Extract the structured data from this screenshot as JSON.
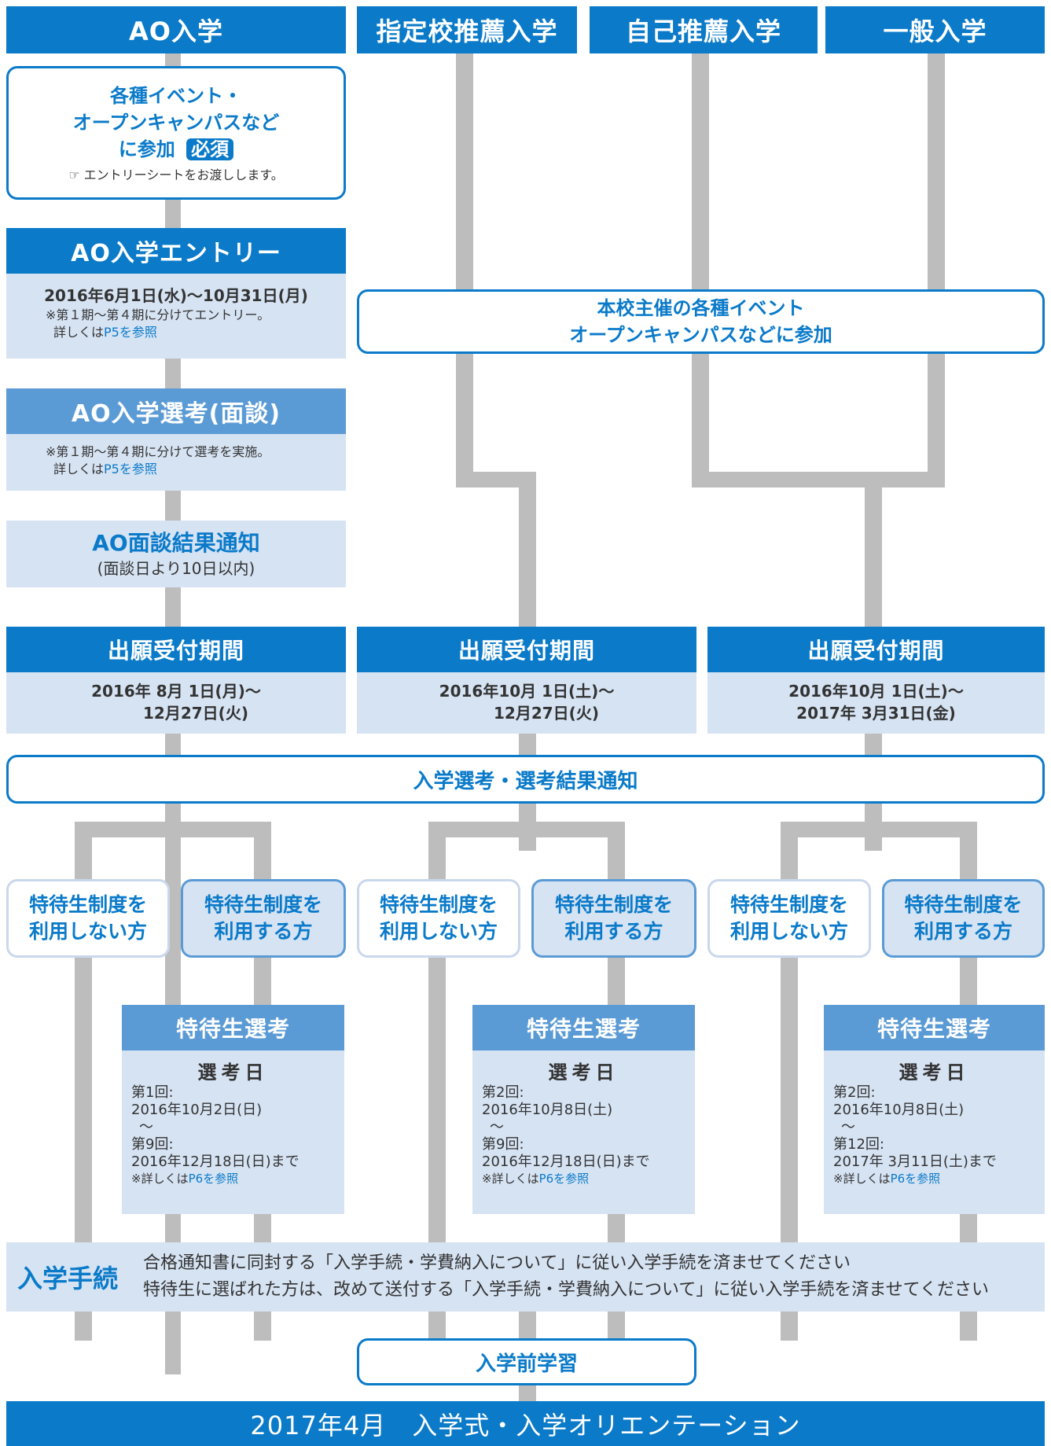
{
  "columns": {
    "ao": "AO入学",
    "designated": "指定校推薦入学",
    "self": "自己推薦入学",
    "general": "一般入学"
  },
  "event_required": {
    "line1": "各種イベント・",
    "line2": "オープンキャンパスなど",
    "line3": "に参加",
    "badge": "必須",
    "note": "エントリーシートをお渡しします。"
  },
  "ao_entry": {
    "title": "AO入学エントリー",
    "period": "2016年6月1日(水)〜10月31日(月)",
    "note": "※第１期〜第４期に分けてエントリー。",
    "detail_prefix": "詳しくは",
    "detail_link": "P5を参照"
  },
  "ao_selection": {
    "title": "AO入学選考(面談)",
    "note": "※第１期〜第４期に分けて選考を実施。",
    "detail_prefix": "詳しくは",
    "detail_link": "P5を参照"
  },
  "ao_result": {
    "title": "AO面談結果通知",
    "sub": "(面談日より10日以内)"
  },
  "school_event": {
    "line1": "本校主催の各種イベント",
    "line2": "オープンキャンパスなどに参加"
  },
  "application": [
    {
      "title": "出願受付期間",
      "line1": "2016年 8月 1日(月)〜",
      "line2": "12月27日(火)"
    },
    {
      "title": "出願受付期間",
      "line1": "2016年10月 1日(土)〜",
      "line2": "12月27日(火)"
    },
    {
      "title": "出願受付期間",
      "line1": "2016年10月 1日(土)〜",
      "line2": "2017年 3月31日(金)"
    }
  ],
  "exam_result": "入学選考・選考結果通知",
  "choices": {
    "no_line1": "特待生制度を",
    "no_line2": "利用しない方",
    "yes_line1": "特待生制度を",
    "yes_line2": "利用する方"
  },
  "scholar_selection": [
    {
      "title": "特待生選考",
      "subtitle": "選考日",
      "from_label": "第1回:",
      "from_date": "2016年10月2日(日)",
      "tilde": "〜",
      "to_label": "第9回:",
      "to_date": "2016年12月18日(日)まで",
      "note_prefix": "※詳しくは",
      "note_link": "P6を参照"
    },
    {
      "title": "特待生選考",
      "subtitle": "選考日",
      "from_label": "第2回:",
      "from_date": "2016年10月8日(土)",
      "tilde": "〜",
      "to_label": "第9回:",
      "to_date": "2016年12月18日(日)まで",
      "note_prefix": "※詳しくは",
      "note_link": "P6を参照"
    },
    {
      "title": "特待生選考",
      "subtitle": "選考日",
      "from_label": "第2回:",
      "from_date": "2016年10月8日(土)",
      "tilde": "〜",
      "to_label": "第12回:",
      "to_date": "2017年 3月11日(土)まで",
      "note_prefix": "※詳しくは",
      "note_link": "P6を参照"
    }
  ],
  "procedure": {
    "title": "入学手続",
    "line1": "合格通知書に同封する「入学手続・学費納入について」に従い入学手続を済ませてください",
    "line2": "特待生に選ばれた方は、改めて送付する「入学手続・学費納入について」に従い入学手続を済ませてください"
  },
  "pre_study": "入学前学習",
  "ceremony": "2017年4月　入学式・入学オリエンテーション"
}
